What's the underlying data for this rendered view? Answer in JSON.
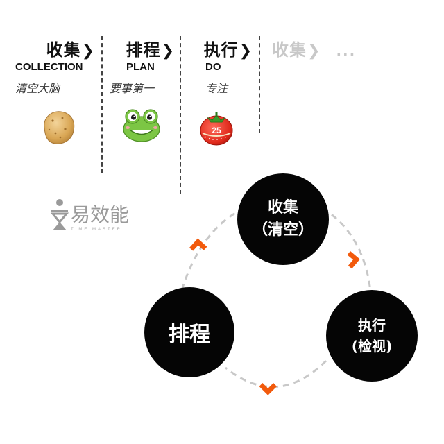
{
  "steps": [
    {
      "title": "收集",
      "english": "COLLECTION",
      "subtitle": "清空大脑",
      "icon": "potato-icon"
    },
    {
      "title": "排程",
      "english": "PLAN",
      "subtitle": "要事第一",
      "icon": "frog-icon"
    },
    {
      "title": "执行",
      "english": "DO",
      "subtitle": "专注",
      "icon": "tomato-timer-icon",
      "icon_text": "25"
    },
    {
      "title": "收集",
      "more": "...",
      "faded": true
    }
  ],
  "chevron": "❯",
  "logo": {
    "text": "易效能",
    "subtext": "TIME MASTER"
  },
  "cycle": {
    "nodes": {
      "collect": {
        "line1": "收集",
        "line2": "（清空）"
      },
      "plan": {
        "line1": "排程"
      },
      "execute": {
        "line1": "执行",
        "line2": "(检视)"
      }
    },
    "arrow_color": "#f25a0c",
    "path_color": "#c8c8c8",
    "node_color": "#050505"
  }
}
